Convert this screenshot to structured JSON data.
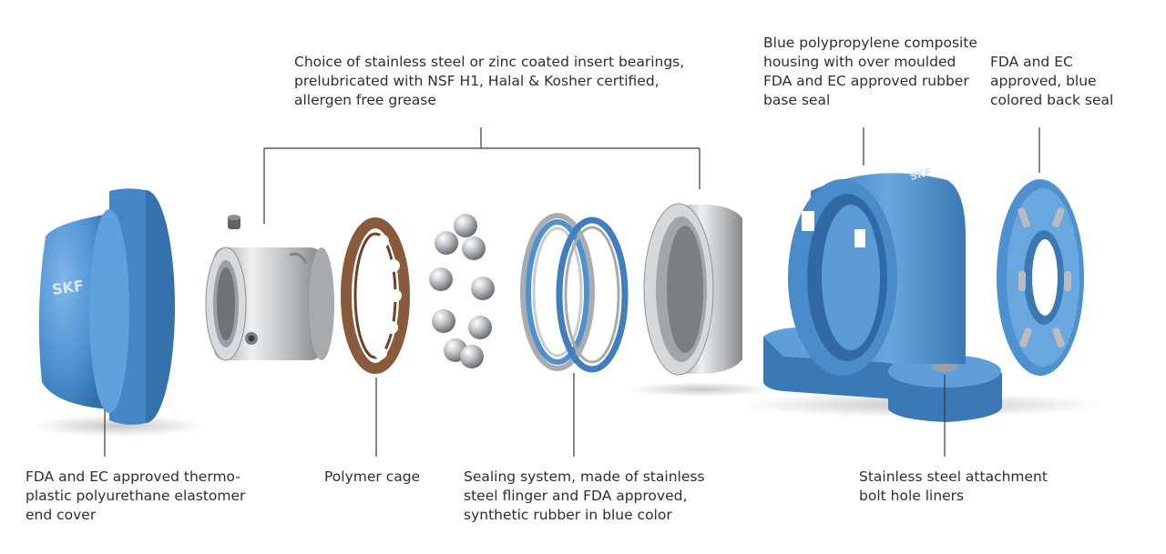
{
  "labels": {
    "insert_bearings": "Choice of stainless steel or zinc coated insert bearings,\nprelubricated with NSF H1, Halal & Kosher certified,\nallergen free grease",
    "housing": "Blue polypropylene composite\nhousing with over moulded\nFDA and EC approved rubber\nbase seal",
    "back_seal": "FDA and EC\napproved, blue\ncolored back seal",
    "end_cover": "FDA and EC approved thermo-\nplastic polyurethane elastomer\nend cover",
    "cage": "Polymer cage",
    "sealing_system": "Sealing system, made of stainless\nsteel flinger and FDA approved,\nsynthetic rubber in blue color",
    "bolt_liners": "Stainless steel attachment\nbolt hole liners"
  },
  "brand_text": "SKF",
  "colors": {
    "housing_blue": "#5b9bd5",
    "housing_blue_dark": "#3f7fbf",
    "steel": "#c9ccd0",
    "steel_dark": "#8e9398",
    "cage_brown": "#8a5a3c",
    "line": "#3a3a3a"
  }
}
